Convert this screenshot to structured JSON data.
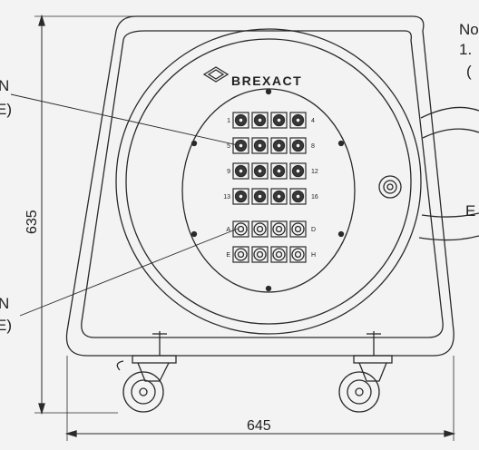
{
  "brand": "BREXACT",
  "dimensions": {
    "height": "635",
    "width": "645"
  },
  "notes": {
    "heading": "No",
    "item_number": "1.",
    "open_paren": "("
  },
  "left_callouts": {
    "upper_n": "N",
    "upper_e": "E)",
    "lower_n": "N",
    "lower_e": "E)"
  },
  "right_label": "E",
  "row_labels": [
    {
      "left": "1",
      "right": "4"
    },
    {
      "left": "5",
      "right": "8"
    },
    {
      "left": "9",
      "right": "12"
    },
    {
      "left": "13",
      "right": "16"
    },
    {
      "left": "A",
      "right": "D"
    },
    {
      "left": "E",
      "right": "H"
    }
  ],
  "connector_rows": [
    {
      "type": "multi-pin",
      "count": 4
    },
    {
      "type": "multi-pin",
      "count": 4
    },
    {
      "type": "multi-pin",
      "count": 4
    },
    {
      "type": "multi-pin",
      "count": 4
    },
    {
      "type": "xlr",
      "count": 4
    },
    {
      "type": "xlr",
      "count": 4
    }
  ],
  "colors": {
    "line": "#2a2a2a",
    "paper": "#f3f3f3"
  }
}
